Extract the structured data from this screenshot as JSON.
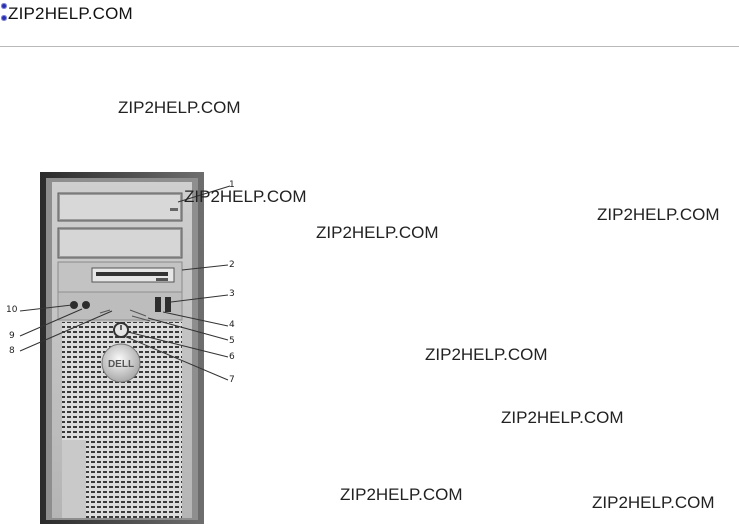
{
  "header": {
    "site_title": "ZIP2HELP.COM"
  },
  "watermarks": [
    "ZIP2HELP.COM",
    "ZIP2HELP.COM",
    "ZIP2HELP.COM",
    "ZIP2HELP.COM",
    "ZIP2HELP.COM",
    "ZIP2HELP.COM",
    "ZIP2HELP.COM",
    "ZIP2HELP.COM"
  ],
  "diagram": {
    "brand_logo": "DELL",
    "callouts": [
      "1",
      "2",
      "3",
      "4",
      "5",
      "6",
      "7",
      "8",
      "9",
      "10"
    ]
  }
}
